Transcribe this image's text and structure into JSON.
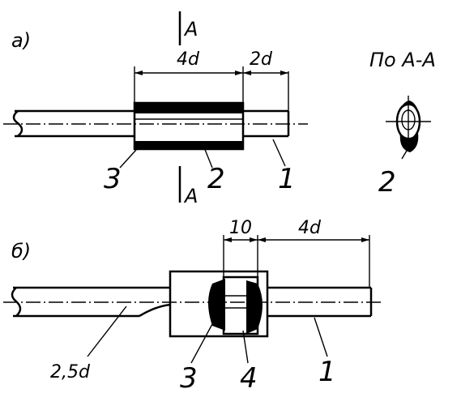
{
  "figure_a": {
    "label": "а)",
    "section_mark_top": "A",
    "section_mark_bottom": "A",
    "dim_left": "4d",
    "dim_right": "2d",
    "callouts": [
      "3",
      "2",
      "1"
    ]
  },
  "section_view": {
    "title": "По А-А",
    "callout": "2"
  },
  "figure_b": {
    "label": "б)",
    "dim_left": "10",
    "dim_right": "4d",
    "dim_taper": "2,5d",
    "callouts": [
      "3",
      "4",
      "1"
    ]
  }
}
